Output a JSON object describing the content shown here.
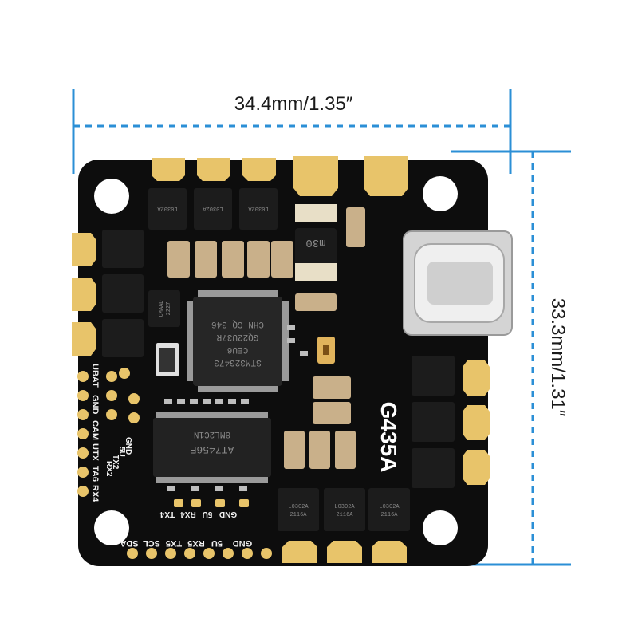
{
  "dimensions": {
    "width_label": "34.4mm/1.35″",
    "height_label": "33.3mm/1.31″"
  },
  "board": {
    "model": "G435A",
    "mcu_lines": [
      "STM32G473",
      "CEU6",
      "GQ22U37R",
      "CHN GQ 346"
    ],
    "gyro_label": "AT7456E",
    "gyro_sub": "8ML2C1N",
    "inductor_label": "m30",
    "mosfet_label": "L0302A",
    "mosfet_sub": "2116A",
    "small_chip_label": "CMAAD",
    "small_chip_sub": "2227",
    "left_pad_labels": [
      "UBAT",
      "GND",
      "CAM",
      "UTX",
      "TA6",
      "RX4"
    ],
    "inner_pad_labels": [
      "GND",
      "5U",
      "TX2",
      "RX2"
    ],
    "bottom_row_labels": [
      "SDA",
      "SCL",
      "TX5",
      "RX5",
      "5U",
      "GND"
    ],
    "bottom_inner_labels": [
      "TX4",
      "RX4",
      "5U",
      "GND"
    ]
  },
  "colors": {
    "board": "#0d0d0d",
    "pad": "#e8c46a",
    "dimension_line": "#2b8fd6",
    "usb": "#d4d4d4"
  }
}
